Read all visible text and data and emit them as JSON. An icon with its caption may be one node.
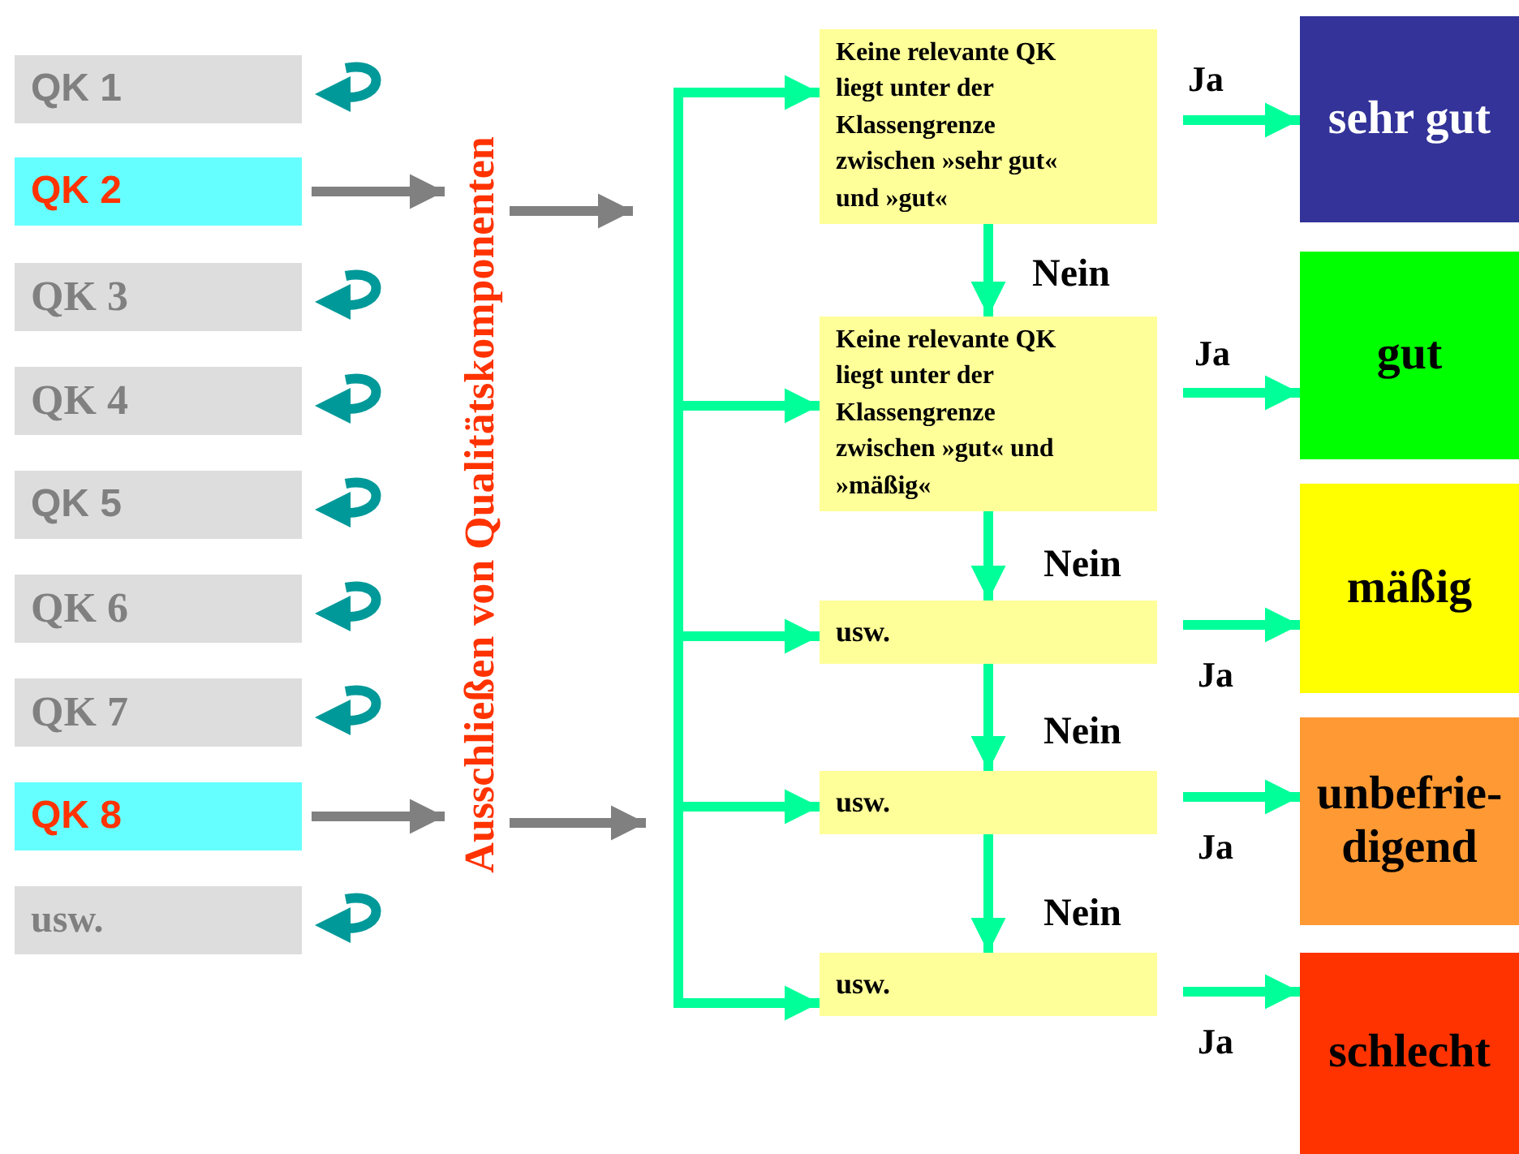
{
  "diagram": {
    "nodes": [
      {
        "text": [
          "QK 1"
        ]
      },
      {
        "text": [
          "QK 2"
        ]
      },
      {
        "text": [
          "QK 3"
        ]
      },
      {
        "text": [
          "QK 4"
        ]
      },
      {
        "text": [
          "QK 5"
        ]
      },
      {
        "text": [
          "QK 6"
        ]
      },
      {
        "text": [
          "QK 7"
        ]
      },
      {
        "text": [
          "QK 8"
        ]
      },
      {
        "text": [
          "usw."
        ]
      },
      {
        "text": [
          "Ausschließen von Qualitätskomponenten"
        ]
      },
      {
        "text": [
          "Keine relevante QK liegt unter der Klassengrenze zwischen »sehr gut« und »gut«"
        ]
      },
      {
        "text": [
          "Keine relevante QK liegt unter der Klassengrenze zwischen »gut« und »mäßig«"
        ]
      },
      {
        "text": [
          "usw."
        ]
      },
      {
        "text": [
          "usw."
        ]
      },
      {
        "text": [
          "usw."
        ]
      },
      {
        "text": [
          "sehr gut"
        ]
      },
      {
        "text": [
          "gut"
        ]
      },
      {
        "text": [
          "mäßig"
        ]
      },
      {
        "text": [
          "unbefrie- digend"
        ]
      },
      {
        "text": [
          "schlecht"
        ]
      }
    ],
    "edges": [
      {
        "from": 1,
        "to": 9,
        "arrow": "to",
        "color": "#808080"
      },
      {
        "from": 7,
        "to": 9,
        "arrow": "to",
        "color": "#808080"
      },
      {
        "from": 9,
        "to": null,
        "arrow": "to",
        "color": "#808080"
      },
      {
        "from": 9,
        "to": null,
        "arrow": "to",
        "color": "#808080"
      },
      {
        "from": null,
        "to": 10,
        "arrow": "to"
      },
      {
        "from": null,
        "to": 11,
        "arrow": "to"
      },
      {
        "from": null,
        "to": 12,
        "arrow": "to"
      },
      {
        "from": null,
        "to": 13,
        "arrow": "to"
      },
      {
        "from": null,
        "to": 14,
        "arrow": "to"
      },
      {
        "from": 10,
        "to": 15,
        "arrow": "to",
        "label": "Ja"
      },
      {
        "from": 10,
        "to": 11,
        "arrow": "to",
        "label": "Nein"
      },
      {
        "from": 11,
        "to": 16,
        "arrow": "to",
        "label": "Ja"
      },
      {
        "from": 11,
        "to": 12,
        "arrow": "to",
        "label": "Nein"
      },
      {
        "from": 12,
        "to": 17,
        "arrow": "to",
        "label": "Ja"
      },
      {
        "from": 12,
        "to": 13,
        "arrow": "to",
        "label": "Nein"
      },
      {
        "from": 13,
        "to": 18,
        "arrow": "to",
        "label": "Ja"
      },
      {
        "from": 13,
        "to": 14,
        "arrow": "to",
        "label": "Nein"
      },
      {
        "from": 14,
        "to": 19,
        "arrow": "to",
        "label": "Ja"
      }
    ]
  }
}
